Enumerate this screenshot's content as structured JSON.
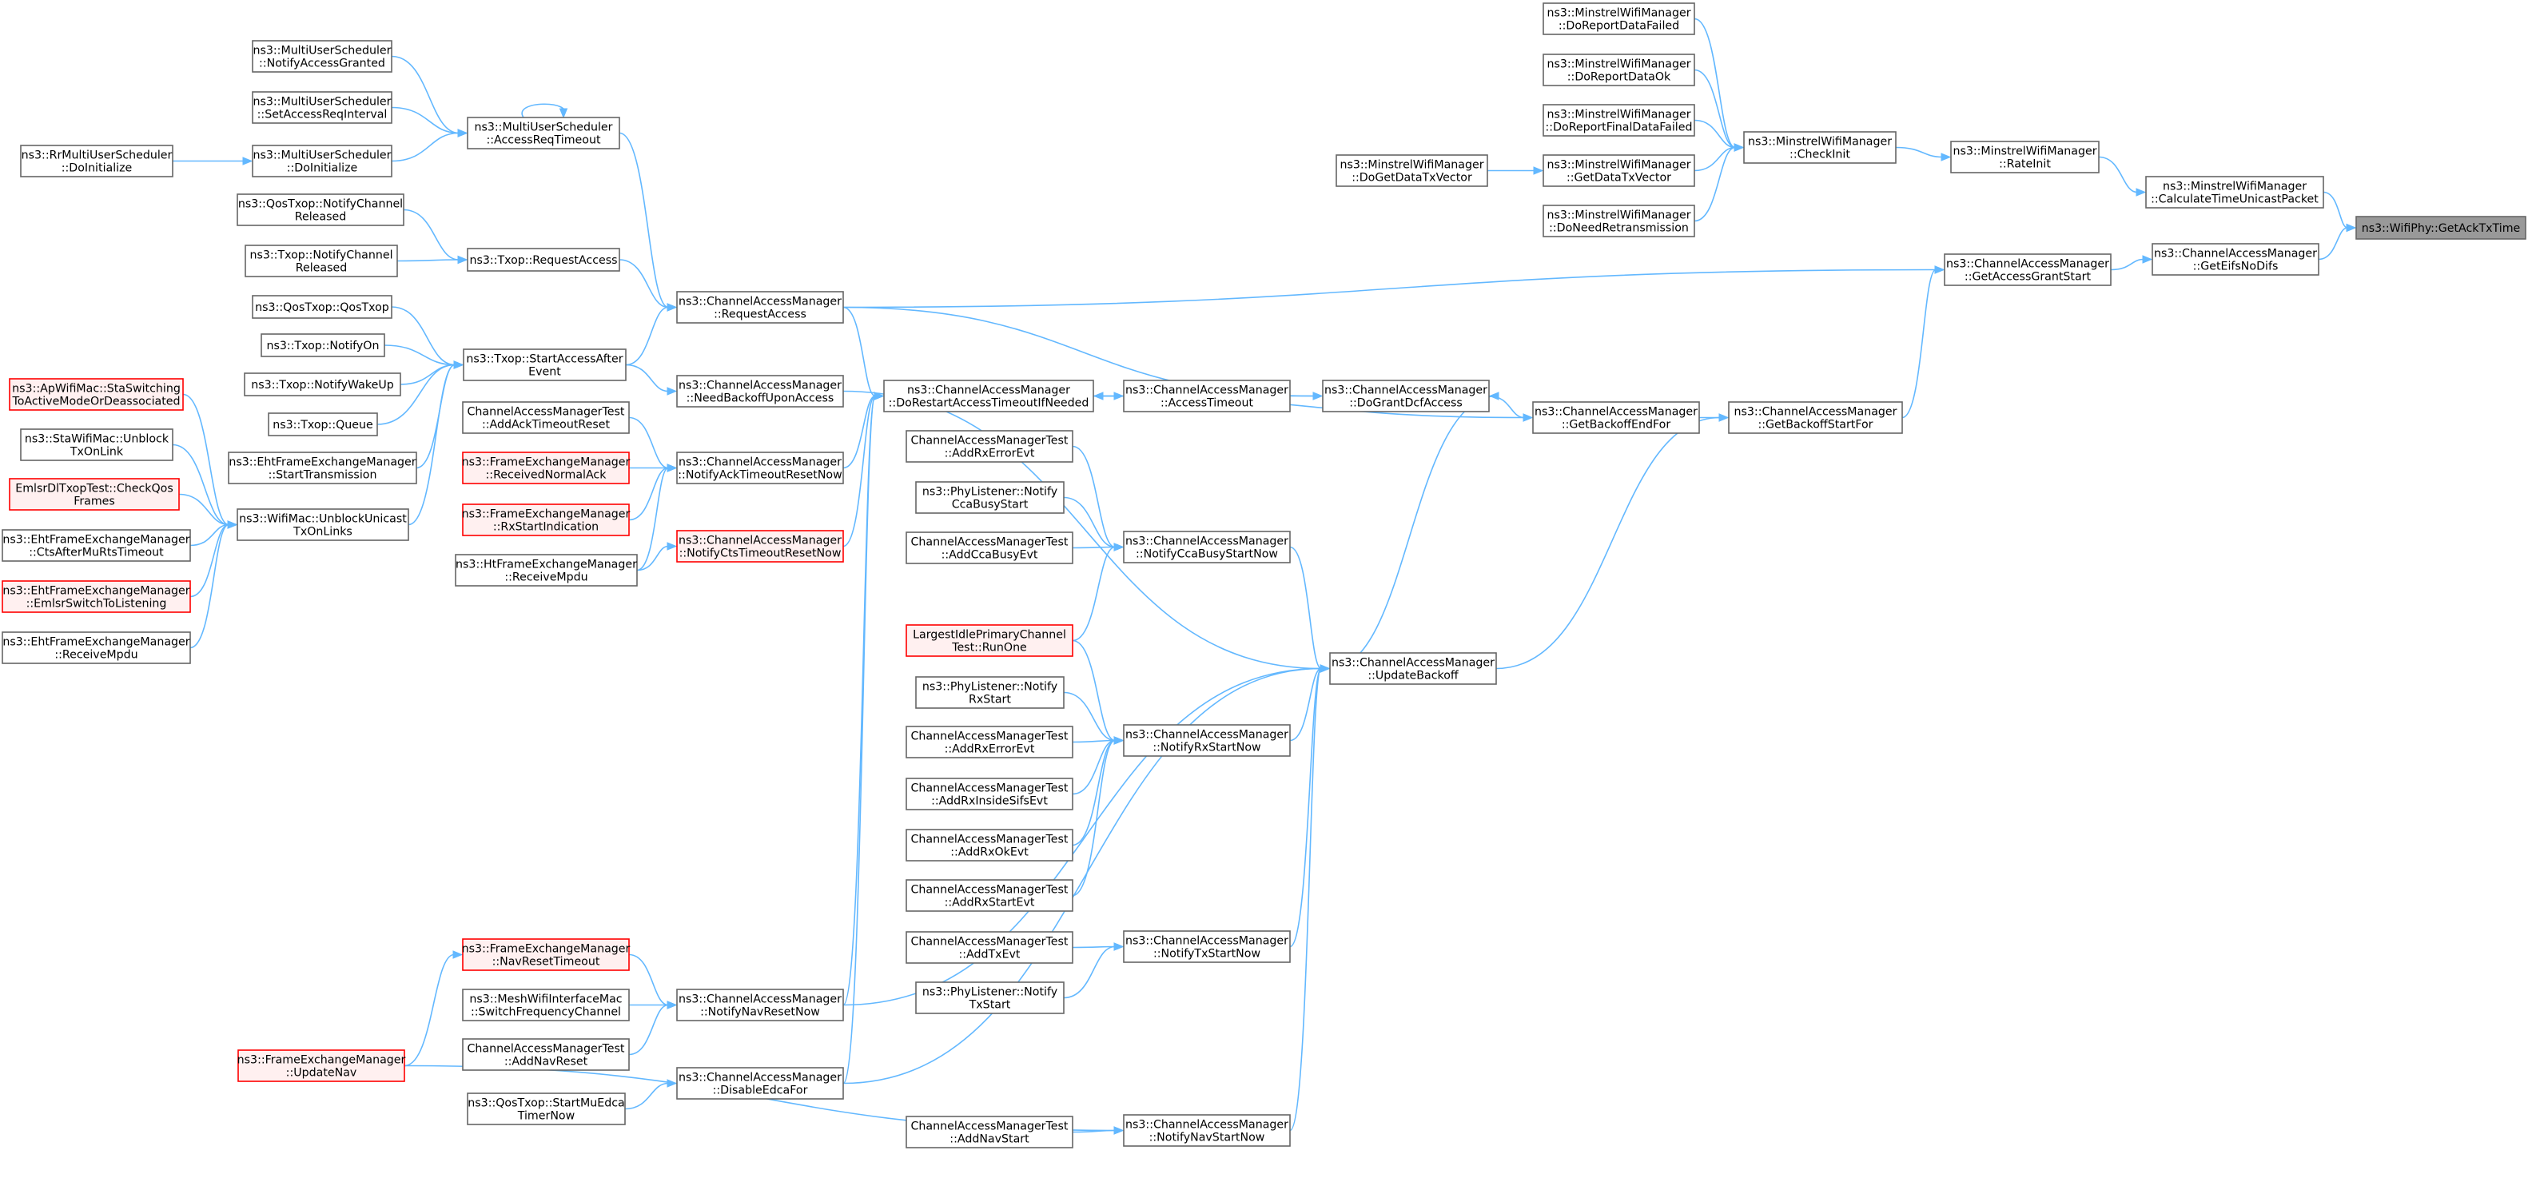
{
  "root": "ns3::WifiPhy::GetAckTxTime",
  "nodes": [
    {
      "id": "root",
      "lines": [
        "ns3::WifiPhy::GetAckTxTime"
      ],
      "root": true
    },
    {
      "id": "calc",
      "lines": [
        "ns3::MinstrelWifiManager",
        "::CalculateTimeUnicastPacket"
      ]
    },
    {
      "id": "eifs",
      "lines": [
        "ns3::ChannelAccessManager",
        "::GetEifsNoDifs"
      ]
    },
    {
      "id": "rateinit",
      "lines": [
        "ns3::MinstrelWifiManager",
        "::RateInit"
      ]
    },
    {
      "id": "checkinit",
      "lines": [
        "ns3::MinstrelWifiManager",
        "::CheckInit"
      ]
    },
    {
      "id": "drdf",
      "lines": [
        "ns3::MinstrelWifiManager",
        "::DoReportDataFailed"
      ]
    },
    {
      "id": "drdo",
      "lines": [
        "ns3::MinstrelWifiManager",
        "::DoReportDataOk"
      ]
    },
    {
      "id": "drfdf",
      "lines": [
        "ns3::MinstrelWifiManager",
        "::DoReportFinalDataFailed"
      ]
    },
    {
      "id": "gdtv",
      "lines": [
        "ns3::MinstrelWifiManager",
        "::GetDataTxVector"
      ]
    },
    {
      "id": "dnr",
      "lines": [
        "ns3::MinstrelWifiManager",
        "::DoNeedRetransmission"
      ]
    },
    {
      "id": "dgdtv",
      "lines": [
        "ns3::MinstrelWifiManager",
        "::DoGetDataTxVector"
      ]
    },
    {
      "id": "gags",
      "lines": [
        "ns3::ChannelAccessManager",
        "::GetAccessGrantStart"
      ]
    },
    {
      "id": "gbsf",
      "lines": [
        "ns3::ChannelAccessManager",
        "::GetBackoffStartFor"
      ]
    },
    {
      "id": "gbef",
      "lines": [
        "ns3::ChannelAccessManager",
        "::GetBackoffEndFor"
      ]
    },
    {
      "id": "dgdcf",
      "lines": [
        "ns3::ChannelAccessManager",
        "::DoGrantDcfAccess"
      ]
    },
    {
      "id": "acct",
      "lines": [
        "ns3::ChannelAccessManager",
        "::AccessTimeout"
      ]
    },
    {
      "id": "drati",
      "lines": [
        "ns3::ChannelAccessManager",
        "::DoRestartAccessTimeoutIfNeeded"
      ]
    },
    {
      "id": "reqacc",
      "lines": [
        "ns3::ChannelAccessManager",
        "::RequestAccess"
      ]
    },
    {
      "id": "updb",
      "lines": [
        "ns3::ChannelAccessManager",
        "::UpdateBackoff"
      ]
    },
    {
      "id": "txreq",
      "lines": [
        "ns3::Txop::RequestAccess"
      ]
    },
    {
      "id": "txsaae",
      "lines": [
        "ns3::Txop::StartAccessAfter",
        "Event"
      ]
    },
    {
      "id": "musart",
      "lines": [
        "ns3::MultiUserScheduler",
        "::AccessReqTimeout"
      ]
    },
    {
      "id": "musnag",
      "lines": [
        "ns3::MultiUserScheduler",
        "::NotifyAccessGranted"
      ]
    },
    {
      "id": "mussari",
      "lines": [
        "ns3::MultiUserScheduler",
        "::SetAccessReqInterval"
      ]
    },
    {
      "id": "musdoi",
      "lines": [
        "ns3::MultiUserScheduler",
        "::DoInitialize"
      ]
    },
    {
      "id": "rrdoi",
      "lines": [
        "ns3::RrMultiUserScheduler",
        "::DoInitialize"
      ]
    },
    {
      "id": "qtnc",
      "lines": [
        "ns3::QosTxop::NotifyChannel",
        "Released"
      ]
    },
    {
      "id": "tnc",
      "lines": [
        "ns3::Txop::NotifyChannel",
        "Released"
      ]
    },
    {
      "id": "qtq",
      "lines": [
        "ns3::QosTxop::QosTxop"
      ]
    },
    {
      "id": "tnon",
      "lines": [
        "ns3::Txop::NotifyOn"
      ]
    },
    {
      "id": "tnwu",
      "lines": [
        "ns3::Txop::NotifyWakeUp"
      ]
    },
    {
      "id": "tq",
      "lines": [
        "ns3::Txop::Queue"
      ]
    },
    {
      "id": "efst",
      "lines": [
        "ns3::EhtFrameExchangeManager",
        "::StartTransmission"
      ]
    },
    {
      "id": "wmutx",
      "lines": [
        "ns3::WifiMac::UnblockUnicast",
        "TxOnLinks"
      ]
    },
    {
      "id": "apsta",
      "lines": [
        "ns3::ApWifiMac::StaSwitching",
        "ToActiveModeOrDeassociated"
      ],
      "red": true
    },
    {
      "id": "staunb",
      "lines": [
        "ns3::StaWifiMac::Unblock",
        "TxOnLink"
      ]
    },
    {
      "id": "emlsrchk",
      "lines": [
        "EmlsrDlTxopTest::CheckQos",
        "Frames"
      ],
      "red": true
    },
    {
      "id": "ectsmu",
      "lines": [
        "ns3::EhtFrameExchangeManager",
        "::CtsAfterMuRtsTimeout"
      ]
    },
    {
      "id": "eemlsr",
      "lines": [
        "ns3::EhtFrameExchangeManager",
        "::EmlsrSwitchToListening"
      ],
      "red": true
    },
    {
      "id": "erm",
      "lines": [
        "ns3::EhtFrameExchangeManager",
        "::ReceiveMpdu"
      ]
    },
    {
      "id": "nbua",
      "lines": [
        "ns3::ChannelAccessManager",
        "::NeedBackoffUponAccess"
      ]
    },
    {
      "id": "natr",
      "lines": [
        "ns3::ChannelAccessManager",
        "::NotifyAckTimeoutResetNow"
      ]
    },
    {
      "id": "nctr",
      "lines": [
        "ns3::ChannelAccessManager",
        "::NotifyCtsTimeoutResetNow"
      ],
      "red": true
    },
    {
      "id": "camtaatr",
      "lines": [
        "ChannelAccessManagerTest",
        "::AddAckTimeoutReset"
      ]
    },
    {
      "id": "fernack",
      "lines": [
        "ns3::FrameExchangeManager",
        "::ReceivedNormalAck"
      ],
      "red": true
    },
    {
      "id": "ferxsi",
      "lines": [
        "ns3::FrameExchangeManager",
        "::RxStartIndication"
      ],
      "red": true
    },
    {
      "id": "htrm",
      "lines": [
        "ns3::HtFrameExchangeManager",
        "::ReceiveMpdu"
      ]
    },
    {
      "id": "nccbs",
      "lines": [
        "ns3::ChannelAccessManager",
        "::NotifyCcaBusyStartNow"
      ]
    },
    {
      "id": "tarxe1",
      "lines": [
        "ChannelAccessManagerTest",
        "::AddRxErrorEvt"
      ]
    },
    {
      "id": "plncca",
      "lines": [
        "ns3::PhyListener::Notify",
        "CcaBusyStart"
      ]
    },
    {
      "id": "tacca",
      "lines": [
        "ChannelAccessManagerTest",
        "::AddCcaBusyEvt"
      ]
    },
    {
      "id": "lipc",
      "lines": [
        "LargestIdlePrimaryChannel",
        "Test::RunOne"
      ],
      "red": true
    },
    {
      "id": "nrxs",
      "lines": [
        "ns3::ChannelAccessManager",
        "::NotifyRxStartNow"
      ]
    },
    {
      "id": "plnrx",
      "lines": [
        "ns3::PhyListener::Notify",
        "RxStart"
      ]
    },
    {
      "id": "tarxe2",
      "lines": [
        "ChannelAccessManagerTest",
        "::AddRxErrorEvt"
      ]
    },
    {
      "id": "tarxis",
      "lines": [
        "ChannelAccessManagerTest",
        "::AddRxInsideSifsEvt"
      ]
    },
    {
      "id": "tarxok",
      "lines": [
        "ChannelAccessManagerTest",
        "::AddRxOkEvt"
      ]
    },
    {
      "id": "tarxst",
      "lines": [
        "ChannelAccessManagerTest",
        "::AddRxStartEvt"
      ]
    },
    {
      "id": "ntxs",
      "lines": [
        "ns3::ChannelAccessManager",
        "::NotifyTxStartNow"
      ]
    },
    {
      "id": "tatx",
      "lines": [
        "ChannelAccessManagerTest",
        "::AddTxEvt"
      ]
    },
    {
      "id": "plntx",
      "lines": [
        "ns3::PhyListener::Notify",
        "TxStart"
      ]
    },
    {
      "id": "nnavr",
      "lines": [
        "ns3::ChannelAccessManager",
        "::NotifyNavResetNow"
      ]
    },
    {
      "id": "fenrt",
      "lines": [
        "ns3::FrameExchangeManager",
        "::NavResetTimeout"
      ],
      "red": true
    },
    {
      "id": "meshsfc",
      "lines": [
        "ns3::MeshWifiInterfaceMac",
        "::SwitchFrequencyChannel"
      ]
    },
    {
      "id": "tanr",
      "lines": [
        "ChannelAccessManagerTest",
        "::AddNavReset"
      ]
    },
    {
      "id": "feun",
      "lines": [
        "ns3::FrameExchangeManager",
        "::UpdateNav"
      ],
      "red": true
    },
    {
      "id": "dedca",
      "lines": [
        "ns3::ChannelAccessManager",
        "::DisableEdcaFor"
      ]
    },
    {
      "id": "qsmue",
      "lines": [
        "ns3::QosTxop::StartMuEdca",
        "TimerNow"
      ]
    },
    {
      "id": "nnavs",
      "lines": [
        "ns3::ChannelAccessManager",
        "::NotifyNavStartNow"
      ]
    },
    {
      "id": "tans",
      "lines": [
        "ChannelAccessManagerTest",
        "::AddNavStart"
      ]
    }
  ],
  "edges": [
    [
      "calc",
      "root"
    ],
    [
      "eifs",
      "root"
    ],
    [
      "rateinit",
      "calc"
    ],
    [
      "checkinit",
      "rateinit"
    ],
    [
      "drdf",
      "checkinit"
    ],
    [
      "drdo",
      "checkinit"
    ],
    [
      "drfdf",
      "checkinit"
    ],
    [
      "gdtv",
      "checkinit"
    ],
    [
      "dnr",
      "checkinit"
    ],
    [
      "dgdtv",
      "gdtv"
    ],
    [
      "gags",
      "eifs"
    ],
    [
      "gbsf",
      "gags"
    ],
    [
      "gbef",
      "gbsf"
    ],
    [
      "dgdcf",
      "gbef"
    ],
    [
      "drati",
      "gbef"
    ],
    [
      "acct",
      "dgdcf"
    ],
    [
      "reqacc",
      "dgdcf"
    ],
    [
      "drati",
      "acct"
    ],
    [
      "acct",
      "drati"
    ],
    [
      "reqacc",
      "gags"
    ],
    [
      "updb",
      "gbsf"
    ],
    [
      "updb",
      "dgdcf"
    ],
    [
      "reqacc",
      "drati"
    ],
    [
      "txreq",
      "reqacc"
    ],
    [
      "txsaae",
      "reqacc"
    ],
    [
      "musart",
      "reqacc"
    ],
    [
      "musart",
      "musart"
    ],
    [
      "musnag",
      "musart"
    ],
    [
      "mussari",
      "musart"
    ],
    [
      "musdoi",
      "musart"
    ],
    [
      "rrdoi",
      "musdoi"
    ],
    [
      "qtnc",
      "txreq"
    ],
    [
      "tnc",
      "txreq"
    ],
    [
      "qtq",
      "txsaae"
    ],
    [
      "tnon",
      "txsaae"
    ],
    [
      "tnwu",
      "txsaae"
    ],
    [
      "tq",
      "txsaae"
    ],
    [
      "efst",
      "txsaae"
    ],
    [
      "wmutx",
      "txsaae"
    ],
    [
      "apsta",
      "wmutx"
    ],
    [
      "staunb",
      "wmutx"
    ],
    [
      "emlsrchk",
      "wmutx"
    ],
    [
      "ectsmu",
      "wmutx"
    ],
    [
      "eemlsr",
      "wmutx"
    ],
    [
      "erm",
      "wmutx"
    ],
    [
      "txsaae",
      "nbua"
    ],
    [
      "nbua",
      "updb"
    ],
    [
      "natr",
      "drati"
    ],
    [
      "nctr",
      "drati"
    ],
    [
      "camtaatr",
      "natr"
    ],
    [
      "fernack",
      "natr"
    ],
    [
      "ferxsi",
      "natr"
    ],
    [
      "htrm",
      "natr"
    ],
    [
      "htrm",
      "nctr"
    ],
    [
      "nccbs",
      "updb"
    ],
    [
      "tarxe1",
      "nccbs"
    ],
    [
      "plncca",
      "nccbs"
    ],
    [
      "tacca",
      "nccbs"
    ],
    [
      "lipc",
      "nccbs"
    ],
    [
      "nrxs",
      "updb"
    ],
    [
      "lipc",
      "nrxs"
    ],
    [
      "plnrx",
      "nrxs"
    ],
    [
      "tarxe2",
      "nrxs"
    ],
    [
      "tarxis",
      "nrxs"
    ],
    [
      "tarxok",
      "nrxs"
    ],
    [
      "tarxst",
      "nrxs"
    ],
    [
      "ntxs",
      "updb"
    ],
    [
      "tatx",
      "ntxs"
    ],
    [
      "plntx",
      "ntxs"
    ],
    [
      "nnavr",
      "updb"
    ],
    [
      "nnavr",
      "drati"
    ],
    [
      "fenrt",
      "nnavr"
    ],
    [
      "meshsfc",
      "nnavr"
    ],
    [
      "tanr",
      "nnavr"
    ],
    [
      "feun",
      "fenrt"
    ],
    [
      "dedca",
      "updb"
    ],
    [
      "dedca",
      "drati"
    ],
    [
      "qsmue",
      "dedca"
    ],
    [
      "nnavs",
      "updb"
    ],
    [
      "tans",
      "nnavs"
    ],
    [
      "feun",
      "nnavs"
    ]
  ]
}
